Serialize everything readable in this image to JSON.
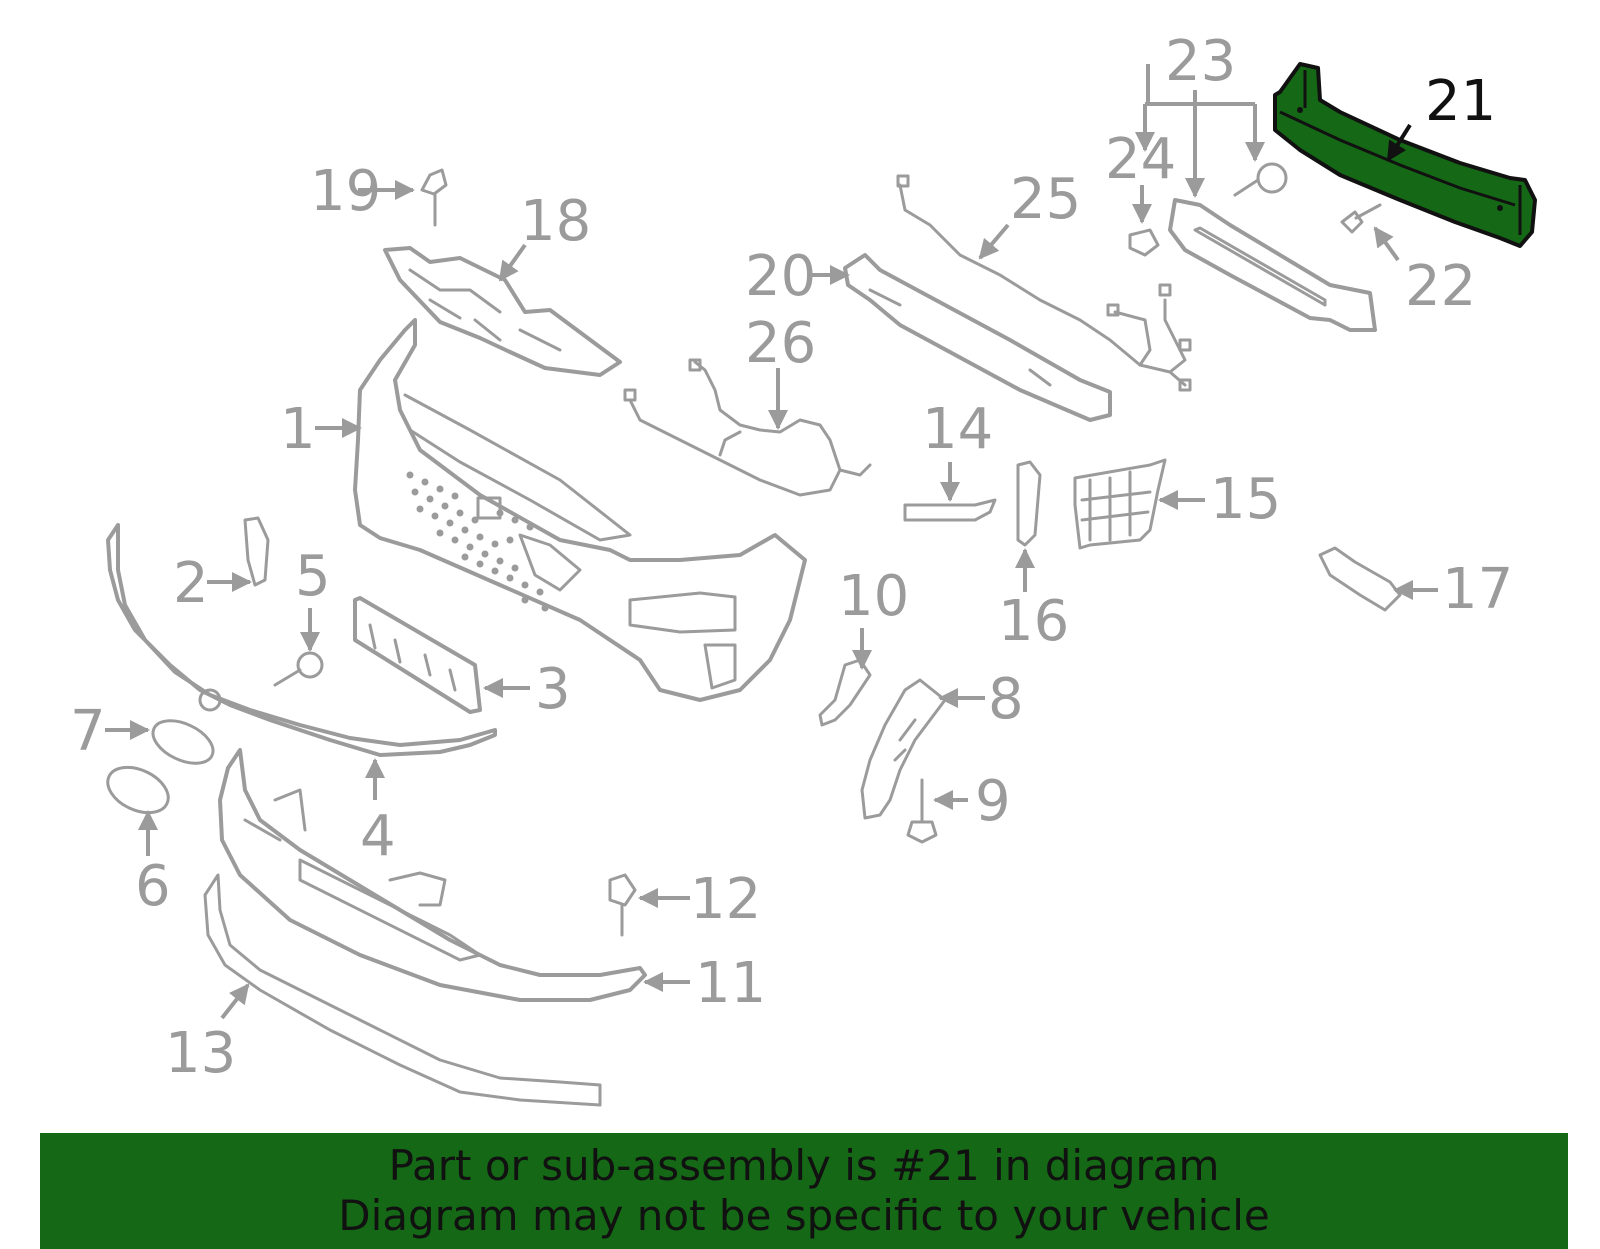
{
  "diagram": {
    "highlight_color": "#156815",
    "part_color": "#9b9b9b",
    "highlighted_part": "21",
    "callouts": [
      "1",
      "2",
      "3",
      "4",
      "5",
      "6",
      "7",
      "8",
      "9",
      "10",
      "11",
      "12",
      "13",
      "14",
      "15",
      "16",
      "17",
      "18",
      "19",
      "20",
      "21",
      "22",
      "23",
      "24",
      "25",
      "26"
    ]
  },
  "banner": {
    "background": "#156815",
    "line1": "Part or sub-assembly is #21 in diagram",
    "line2": "Diagram may not be specific to your vehicle"
  }
}
